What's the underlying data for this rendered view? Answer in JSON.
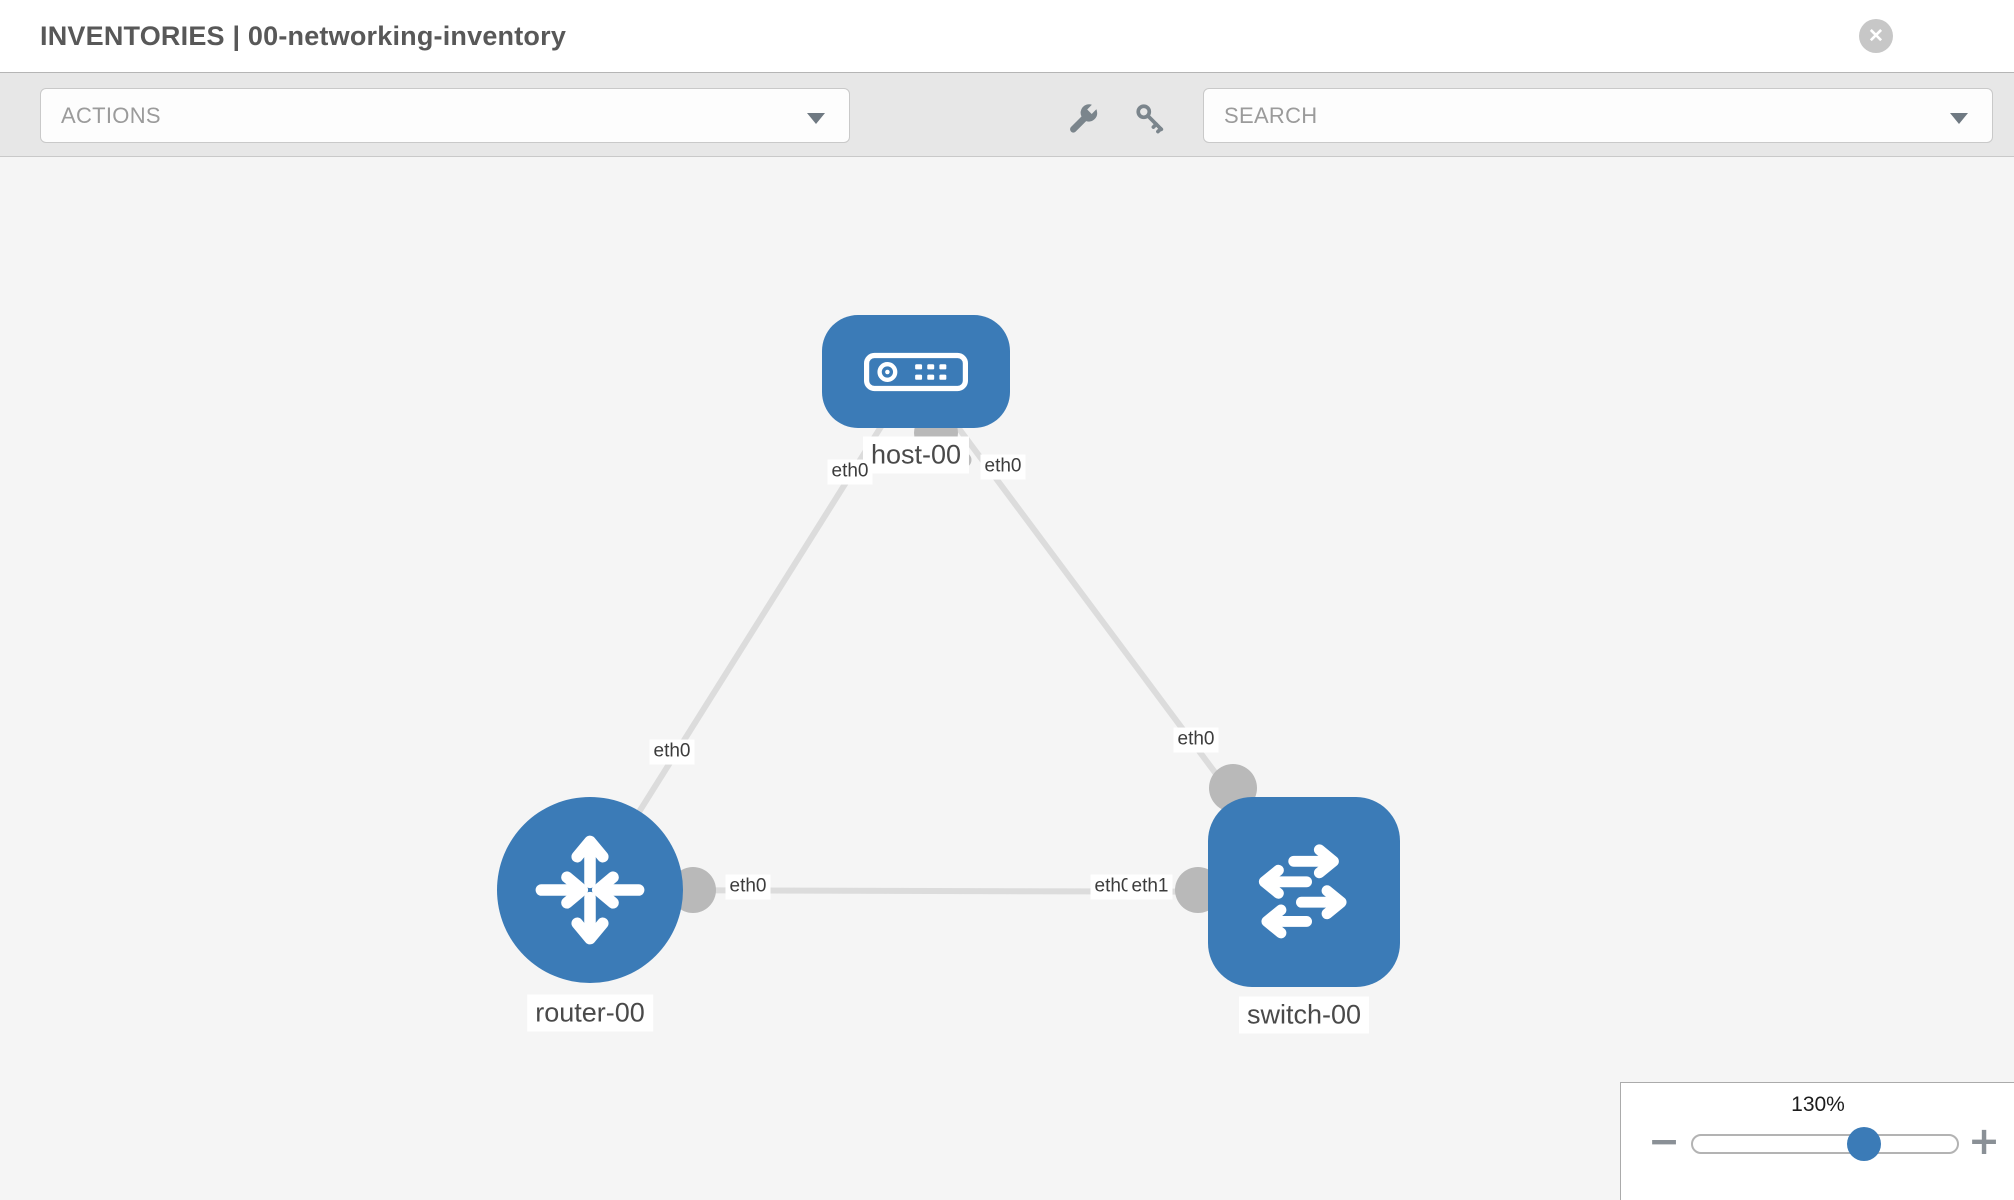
{
  "header": {
    "title": "INVENTORIES | 00-networking-inventory",
    "close_label": "✕"
  },
  "toolbar": {
    "actions_label": "ACTIONS",
    "search_label": "SEARCH",
    "icons": [
      {
        "name": "wrench-icon"
      },
      {
        "name": "key-icon"
      }
    ]
  },
  "diagram": {
    "nodes": [
      {
        "id": "host-00",
        "label": "host-00",
        "type": "host",
        "icon": "server-icon"
      },
      {
        "id": "router-00",
        "label": "router-00",
        "type": "router",
        "icon": "router-arrows-icon"
      },
      {
        "id": "switch-00",
        "label": "switch-00",
        "type": "switch",
        "icon": "switch-arrows-icon"
      }
    ],
    "links": [
      {
        "from": "host-00",
        "to": "router-00",
        "from_interface": "eth0",
        "to_interface": "eth0"
      },
      {
        "from": "host-00",
        "to": "switch-00",
        "from_interface": "eth0",
        "to_interface": "eth0"
      },
      {
        "from": "router-00",
        "to": "switch-00",
        "from_interface": "eth0",
        "to_interface": "eth1"
      }
    ],
    "interface_labels": {
      "l1_host_end": "eth0",
      "l1_router_end": "eth0",
      "l2_host_end": "eth0",
      "l2_switch_end": "eth0",
      "l3_router_end": "eth0",
      "l3_switch_end_under": "eth0",
      "l3_switch_end": "eth1"
    }
  },
  "zoom_panel": {
    "level": "130%",
    "minus_label": "−",
    "plus_label": "+",
    "slider_percent": 65
  },
  "colors": {
    "node_blue": "#3b7bb7",
    "link_gray": "#dcdcdc",
    "port_gray": "#b9b9b9",
    "toolbar_icon_gray": "#7b858c"
  }
}
